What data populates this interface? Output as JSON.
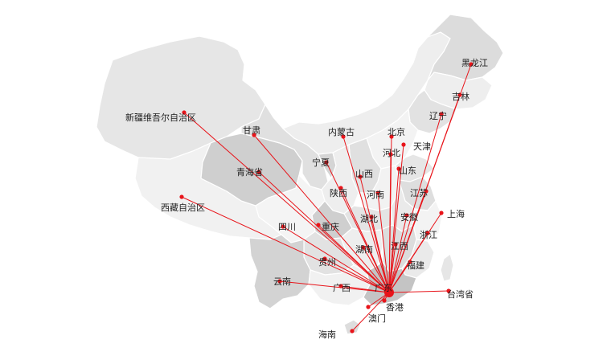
{
  "colors": {
    "route": "#e8141a",
    "dot": "#e8141a",
    "hub": "#e8141a",
    "region_fills": [
      "#e4e4e4",
      "#eeeeee",
      "#d5d5d5",
      "#f3f3f3",
      "#dcdcdc",
      "#c9c9c9"
    ]
  },
  "hub": {
    "name": "广东"
  },
  "labels": {
    "heilongjiang": "黑龙江",
    "jilin": "吉林",
    "liaoning": "辽宁",
    "xinjiang": "新疆维吾尔自治区",
    "gansu": "甘肃",
    "neimenggu": "内蒙古",
    "beijing": "北京",
    "tianjin": "天津",
    "hebei": "河北",
    "ningxia": "宁夏",
    "qinghai": "青海省",
    "shanxi": "山西",
    "shandong": "山东",
    "xizang": "西藏自治区",
    "shaanxi": "陕西",
    "henan": "河南",
    "jiangsu": "江苏",
    "shanghai": "上海",
    "sichuan": "四川",
    "chongqing": "重庆",
    "hubei": "湖北",
    "anhui": "安徽",
    "zhejiang": "浙江",
    "hunan": "湖南",
    "jiangxi": "江西",
    "guizhou": "贵州",
    "fujian": "福建",
    "yunnan": "云南",
    "guangxi": "广西",
    "guangdong": "广东",
    "taiwan": "台湾省",
    "xianggang": "香港",
    "aomen": "澳门",
    "hainan": "海南"
  }
}
